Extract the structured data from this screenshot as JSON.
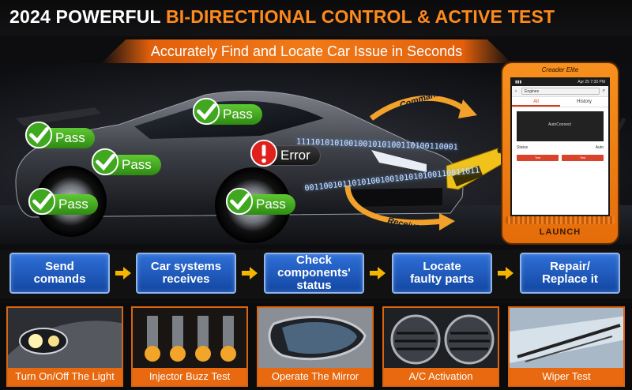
{
  "headline": {
    "prefix": "2024 POWERFUL ",
    "accent": "BI-DIRECTIONAL CONTROL & ACTIVE TEST"
  },
  "subtitle": "Accurately Find and Locate Car Issue in Seconds",
  "scene": {
    "badges": [
      {
        "status": "pass",
        "label": "Pass"
      },
      {
        "status": "pass",
        "label": "Pass"
      },
      {
        "status": "pass",
        "label": "Pass"
      },
      {
        "status": "pass",
        "label": "Pass"
      },
      {
        "status": "pass",
        "label": "Pass"
      },
      {
        "status": "error",
        "label": "Error"
      }
    ],
    "command_label": "Command",
    "receive_label": "Receive",
    "data_stream_top": "1111010101001001010100110100110001",
    "data_stream_bottom": "0011001011010100100101010100110011011",
    "colors": {
      "pass": "#3fa81f",
      "error": "#e0201c",
      "accent": "#ff8a1c"
    }
  },
  "device": {
    "brand_top": "Creader Elite",
    "brand_bottom": "LAUNCH",
    "status_time": "Apr 25 7:30 PM",
    "title": "Engines",
    "tab_all": "All",
    "tab_history": "History",
    "preview_label": "AutoConnect",
    "row_left": "Status",
    "row_right": "Auto",
    "btn_left": "Test",
    "btn_right": "Test"
  },
  "flow": {
    "steps": [
      "Send\ncomands",
      "Car systems\nreceives",
      "Check\ncomponents'\nstatus",
      "Locate\nfaulty parts",
      "Repair/\nReplace it"
    ]
  },
  "features": [
    {
      "label": "Turn On/Off The Light",
      "icon": "headlight-icon"
    },
    {
      "label": "Injector Buzz Test",
      "icon": "injector-icon"
    },
    {
      "label": "Operate The Mirror",
      "icon": "mirror-icon"
    },
    {
      "label": "A/C Activation",
      "icon": "air-vent-icon"
    },
    {
      "label": "Wiper Test",
      "icon": "wiper-icon"
    }
  ]
}
